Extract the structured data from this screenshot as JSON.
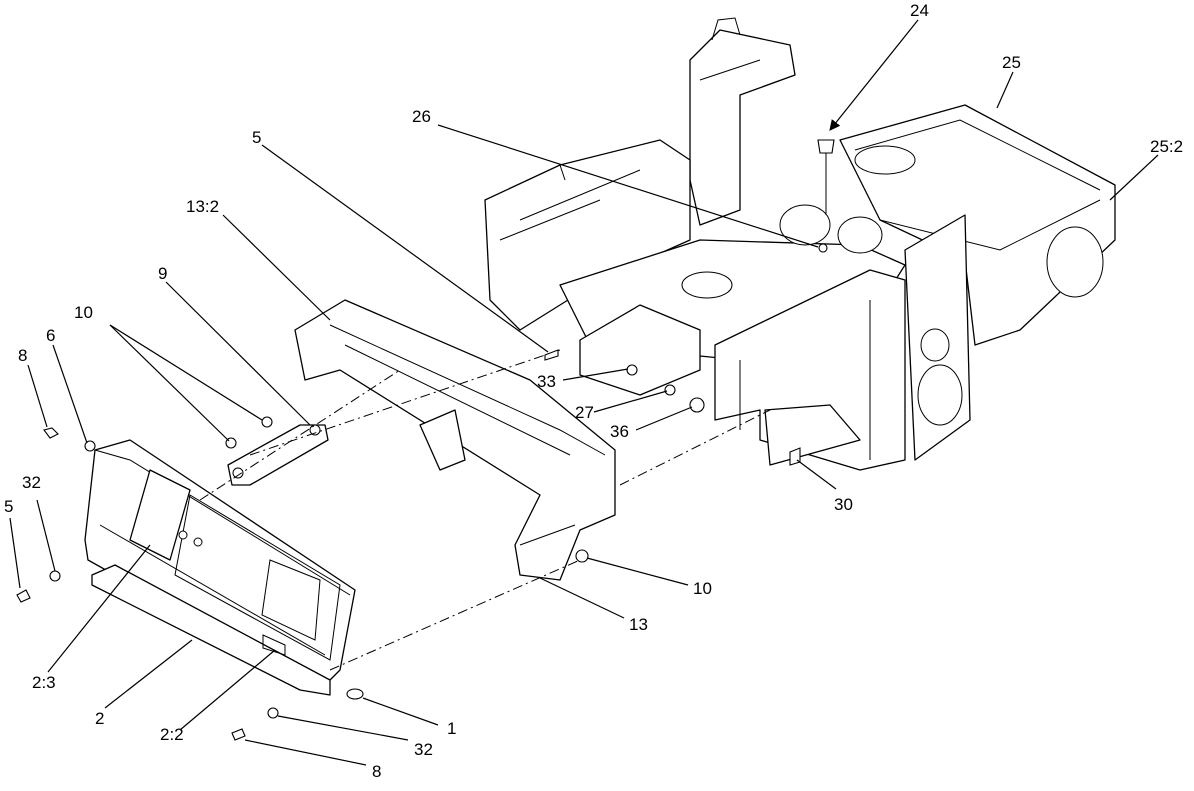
{
  "callouts": [
    "24",
    "25",
    "26",
    "25:2",
    "5",
    "13:2",
    "9",
    "10",
    "6",
    "8",
    "32",
    "5",
    "33",
    "27",
    "36",
    "30",
    "10",
    "13",
    "2:3",
    "1",
    "2",
    "32",
    "2:2",
    "8"
  ],
  "icons": [
    "frame-assembly",
    "front-weldment",
    "panel-assembly",
    "bracket",
    "bolt",
    "nut",
    "washer",
    "bumper"
  ],
  "colors": {
    "line": "#000000",
    "background": "#ffffff"
  }
}
